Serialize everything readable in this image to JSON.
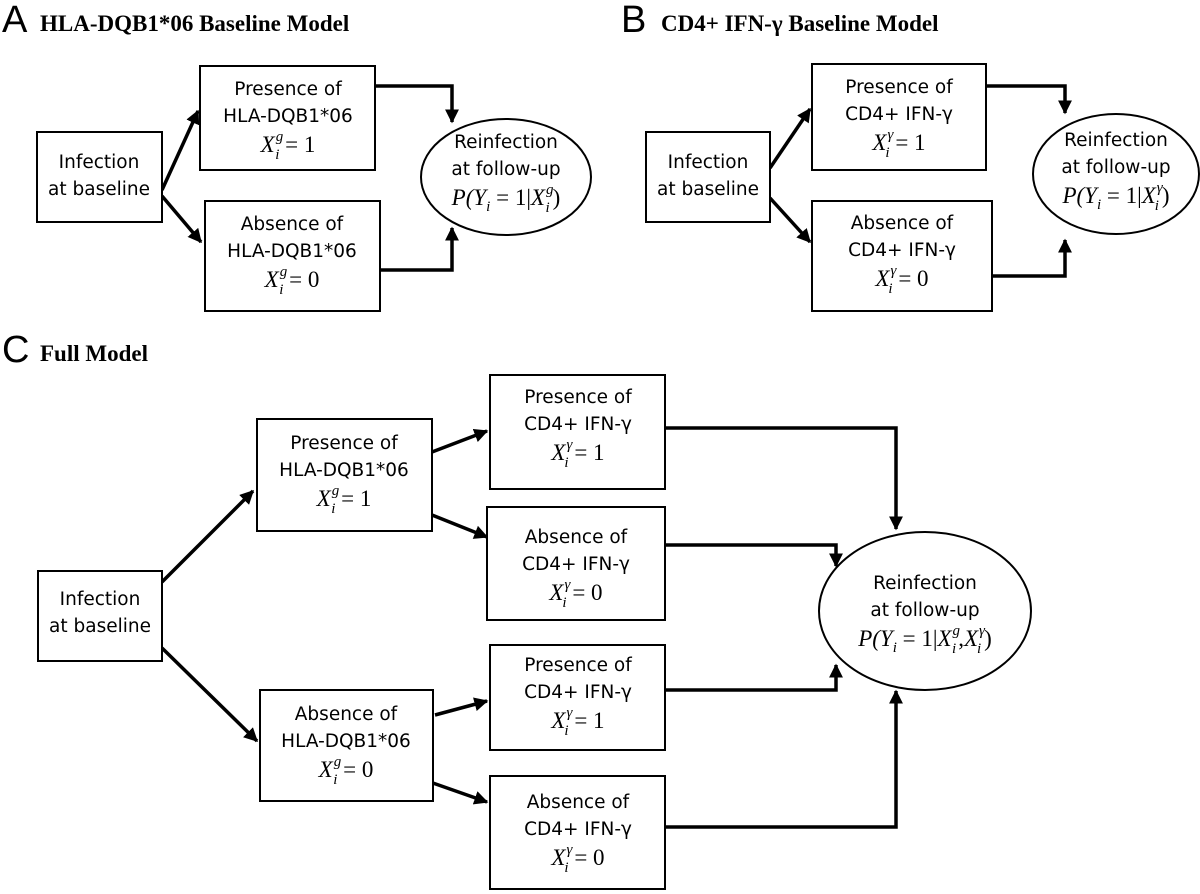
{
  "panels": {
    "a": {
      "letter": "A",
      "title": "HLA-DQB1*06 Baseline Model"
    },
    "b": {
      "letter": "B",
      "title": "CD4+ IFN-γ Baseline Model"
    },
    "c": {
      "letter": "C",
      "title": "Full Model"
    }
  },
  "text": {
    "infection_line1": "Infection",
    "infection_line2": "at baseline",
    "presence_of": "Presence of",
    "absence_of": "Absence of",
    "hla": "HLA-DQB1*06",
    "cd4": "CD4+ IFN-γ",
    "reinfection_line1": "Reinfection",
    "reinfection_line2": "at follow-up"
  },
  "math": {
    "x": "X",
    "sub_i": "i",
    "sup_g": "g",
    "sup_gamma": "γ",
    "eq_one": " = 1",
    "eq_zero": " = 0",
    "prob_open": "P(",
    "y": "Y",
    "prob_eq": " = 1|",
    "comma": ",",
    "prob_close": ")"
  },
  "colors": {
    "stroke": "#000000",
    "background": "#ffffff"
  }
}
